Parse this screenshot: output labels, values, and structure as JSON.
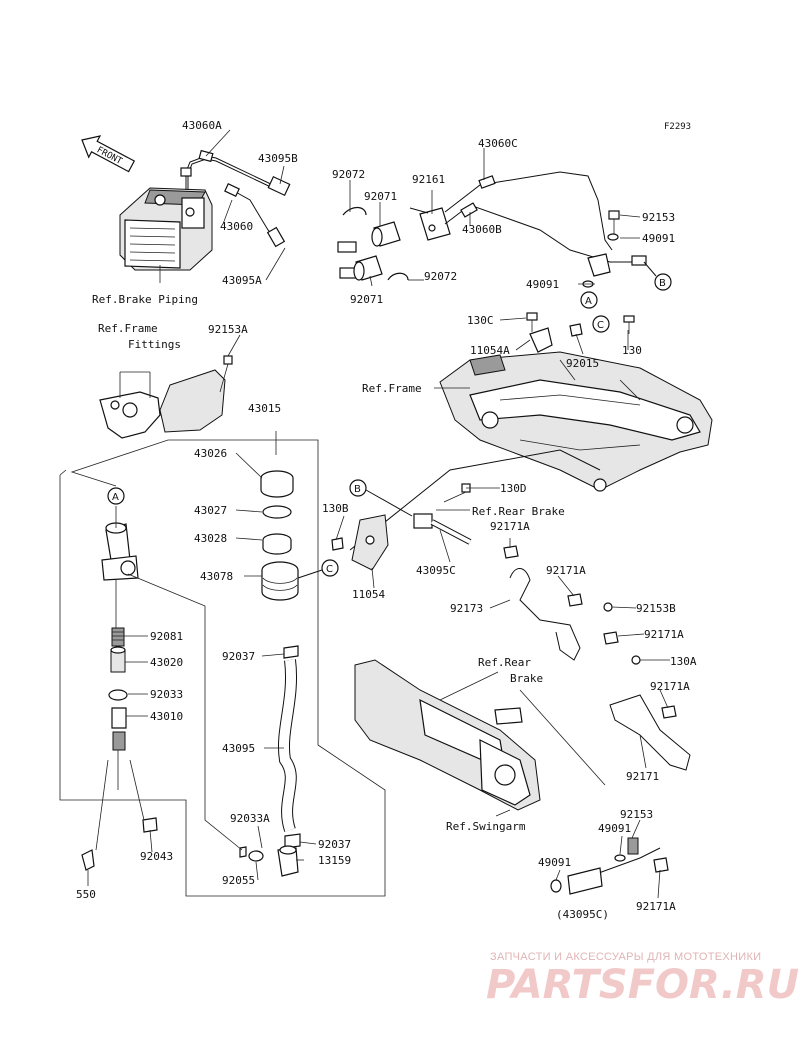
{
  "figure_code": "F2293",
  "front_label": "FRONT",
  "callouts": [
    {
      "id": "c-43060A",
      "text": "43060A"
    },
    {
      "id": "c-43095B",
      "text": "43095B"
    },
    {
      "id": "c-43060",
      "text": "43060"
    },
    {
      "id": "c-43095A",
      "text": "43095A"
    },
    {
      "id": "c-92072a",
      "text": "92072"
    },
    {
      "id": "c-92071a",
      "text": "92071"
    },
    {
      "id": "c-92161",
      "text": "92161"
    },
    {
      "id": "c-92071b",
      "text": "92071"
    },
    {
      "id": "c-92072b",
      "text": "92072"
    },
    {
      "id": "c-43060C",
      "text": "43060C"
    },
    {
      "id": "c-43060B",
      "text": "43060B"
    },
    {
      "id": "c-92153a",
      "text": "92153"
    },
    {
      "id": "c-49091a",
      "text": "49091"
    },
    {
      "id": "c-49091b",
      "text": "49091"
    },
    {
      "id": "c-92153A",
      "text": "92153A"
    },
    {
      "id": "c-130C",
      "text": "130C"
    },
    {
      "id": "c-11054A",
      "text": "11054A"
    },
    {
      "id": "c-92015",
      "text": "92015"
    },
    {
      "id": "c-130",
      "text": "130"
    },
    {
      "id": "c-43015",
      "text": "43015"
    },
    {
      "id": "c-43026",
      "text": "43026"
    },
    {
      "id": "c-43027",
      "text": "43027"
    },
    {
      "id": "c-43028",
      "text": "43028"
    },
    {
      "id": "c-43078",
      "text": "43078"
    },
    {
      "id": "c-92037a",
      "text": "92037"
    },
    {
      "id": "c-43095",
      "text": "43095"
    },
    {
      "id": "c-92033A",
      "text": "92033A"
    },
    {
      "id": "c-92037b",
      "text": "92037"
    },
    {
      "id": "c-13159",
      "text": "13159"
    },
    {
      "id": "c-92055",
      "text": "92055"
    },
    {
      "id": "c-92081",
      "text": "92081"
    },
    {
      "id": "c-43020",
      "text": "43020"
    },
    {
      "id": "c-92033",
      "text": "92033"
    },
    {
      "id": "c-43010",
      "text": "43010"
    },
    {
      "id": "c-92043",
      "text": "92043"
    },
    {
      "id": "c-550",
      "text": "550"
    },
    {
      "id": "c-130D",
      "text": "130D"
    },
    {
      "id": "c-130B",
      "text": "130B"
    },
    {
      "id": "c-92171A-1",
      "text": "92171A"
    },
    {
      "id": "c-43095C",
      "text": "43095C"
    },
    {
      "id": "c-11054",
      "text": "11054"
    },
    {
      "id": "c-92171A-2",
      "text": "92171A"
    },
    {
      "id": "c-92173",
      "text": "92173"
    },
    {
      "id": "c-92153B",
      "text": "92153B"
    },
    {
      "id": "c-92171A-3",
      "text": "92171A"
    },
    {
      "id": "c-130A",
      "text": "130A"
    },
    {
      "id": "c-92171A-4",
      "text": "92171A"
    },
    {
      "id": "c-92171",
      "text": "92171"
    },
    {
      "id": "c-92153b",
      "text": "92153"
    },
    {
      "id": "c-49091c",
      "text": "49091"
    },
    {
      "id": "c-49091d",
      "text": "49091"
    },
    {
      "id": "c-43095Cp",
      "text": "(43095C)"
    },
    {
      "id": "c-92171A-5",
      "text": "92171A"
    }
  ],
  "references": {
    "brake_piping": "Ref.Brake Piping",
    "frame_fittings_1": "Ref.Frame",
    "frame_fittings_2": "Fittings",
    "frame": "Ref.Frame",
    "rear_brake_1": "Ref.Rear Brake",
    "rear_brake_2a": "Ref.Rear",
    "rear_brake_2b": "Brake",
    "swingarm": "Ref.Swingarm"
  },
  "connectors": {
    "A": "A",
    "B": "B",
    "C": "C"
  },
  "watermark": {
    "subtitle": "ЗАПЧАСТИ И АКСЕССУАРЫ ДЛЯ МОТОТЕХНИКИ",
    "logo": "PARTSFOR.RU"
  }
}
